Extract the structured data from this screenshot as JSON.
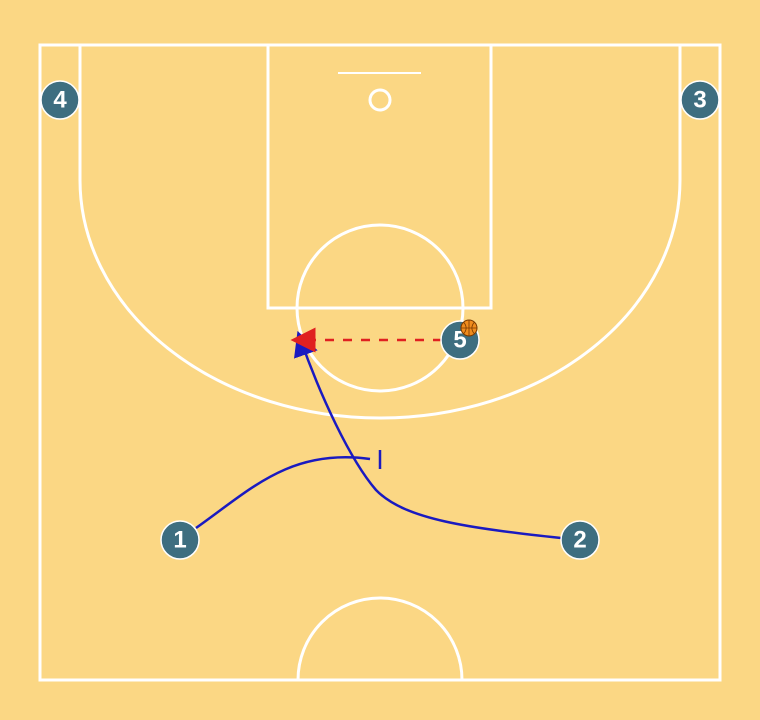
{
  "court": {
    "background_color": "#fbd784",
    "line_color": "#ffffff"
  },
  "players": [
    {
      "id": "p1",
      "label": "1"
    },
    {
      "id": "p2",
      "label": "2"
    },
    {
      "id": "p3",
      "label": "3"
    },
    {
      "id": "p4",
      "label": "4"
    },
    {
      "id": "p5",
      "label": "5",
      "has_ball": true
    }
  ],
  "actions": [
    {
      "type": "screen",
      "player": "1",
      "color": "#1a1ac0"
    },
    {
      "type": "cut",
      "player": "2",
      "color": "#1a1ac0"
    },
    {
      "type": "pass",
      "from": "5",
      "to": "2",
      "color": "#e02020"
    }
  ],
  "icons": {
    "ball": "basketball-icon"
  },
  "colors": {
    "player_fill": "#3e6e80",
    "ball": "#f08c1e"
  }
}
